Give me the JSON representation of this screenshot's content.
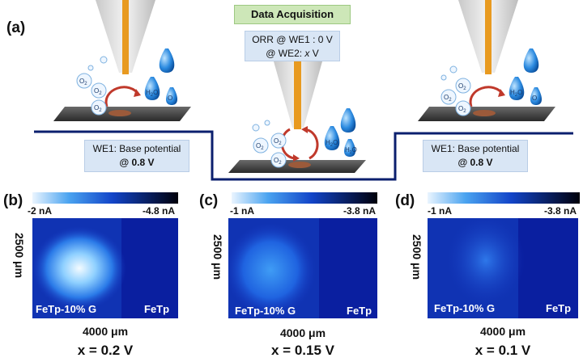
{
  "panel_a": {
    "letter": "(a)",
    "header": "Data Acquisition",
    "center_line1": "ORR @ WE1 : 0 V",
    "center_line2_prefix": "@ WE2: ",
    "center_line2_var": "x",
    "center_line2_unit": " V",
    "left_callout_1": "WE1: Base potential",
    "left_callout_2": "@ 0.8 V",
    "right_callout_1": "WE1: Base potential",
    "right_callout_2": "@ 0.8 V",
    "o2": "O",
    "o2_sub": "2",
    "h2o_h": "H",
    "h2o_sub": "2",
    "h2o_o": "O"
  },
  "maps": [
    {
      "letter": "(b)",
      "cbar_min": "-2 nA",
      "cbar_max": "-4.8 nA",
      "label_left": "FeTp-10% G",
      "label_right": "FeTp",
      "xlabel": "4000 μm",
      "ylabel": "2500 μm",
      "potential": "x = 0.2 V"
    },
    {
      "letter": "(c)",
      "cbar_min": "-1 nA",
      "cbar_max": "-3.8 nA",
      "label_left": "FeTp-10% G",
      "label_right": "FeTp",
      "xlabel": "4000 μm",
      "ylabel": "2500 μm",
      "potential": "x = 0.15 V"
    },
    {
      "letter": "(d)",
      "cbar_min": "-1 nA",
      "cbar_max": "-3.8 nA",
      "label_left": "FeTp-10% G",
      "label_right": "FeTp",
      "xlabel": "4000 μm",
      "ylabel": "2500 μm",
      "potential": "x = 0.1 V"
    }
  ],
  "colors": {
    "colormap_low": "#e8f4ff",
    "colormap_mid": "#1a6fe0",
    "colormap_high": "#000008",
    "map_background": "#0a1fa0",
    "hotspot": "#eaf6ff",
    "waveform": "#0b1f6e",
    "tip_wire": "#e89a20",
    "water_drop": "#1e7fd0"
  }
}
